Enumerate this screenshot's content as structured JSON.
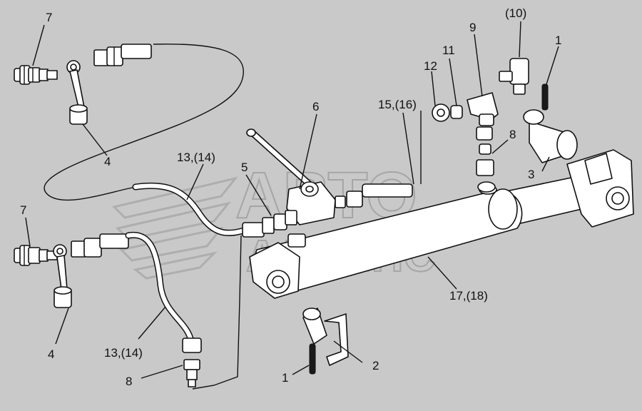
{
  "diagram": {
    "labels": {
      "l7a": "7",
      "l4a": "4",
      "l13a": "13,(14)",
      "l6": "6",
      "l5": "5",
      "l7b": "7",
      "l4b": "4",
      "l13b": "13,(14)",
      "l8a": "8",
      "l1a": "1",
      "l2": "2",
      "l17": "17,(18)",
      "l15": "15,(16)",
      "l12": "12",
      "l11": "11",
      "l9": "9",
      "l10": "(10)",
      "l1b": "1",
      "l8b": "8",
      "l3": "3"
    },
    "watermark": {
      "line1": "АВТО",
      "line2": "АЛЬЯНС"
    }
  }
}
